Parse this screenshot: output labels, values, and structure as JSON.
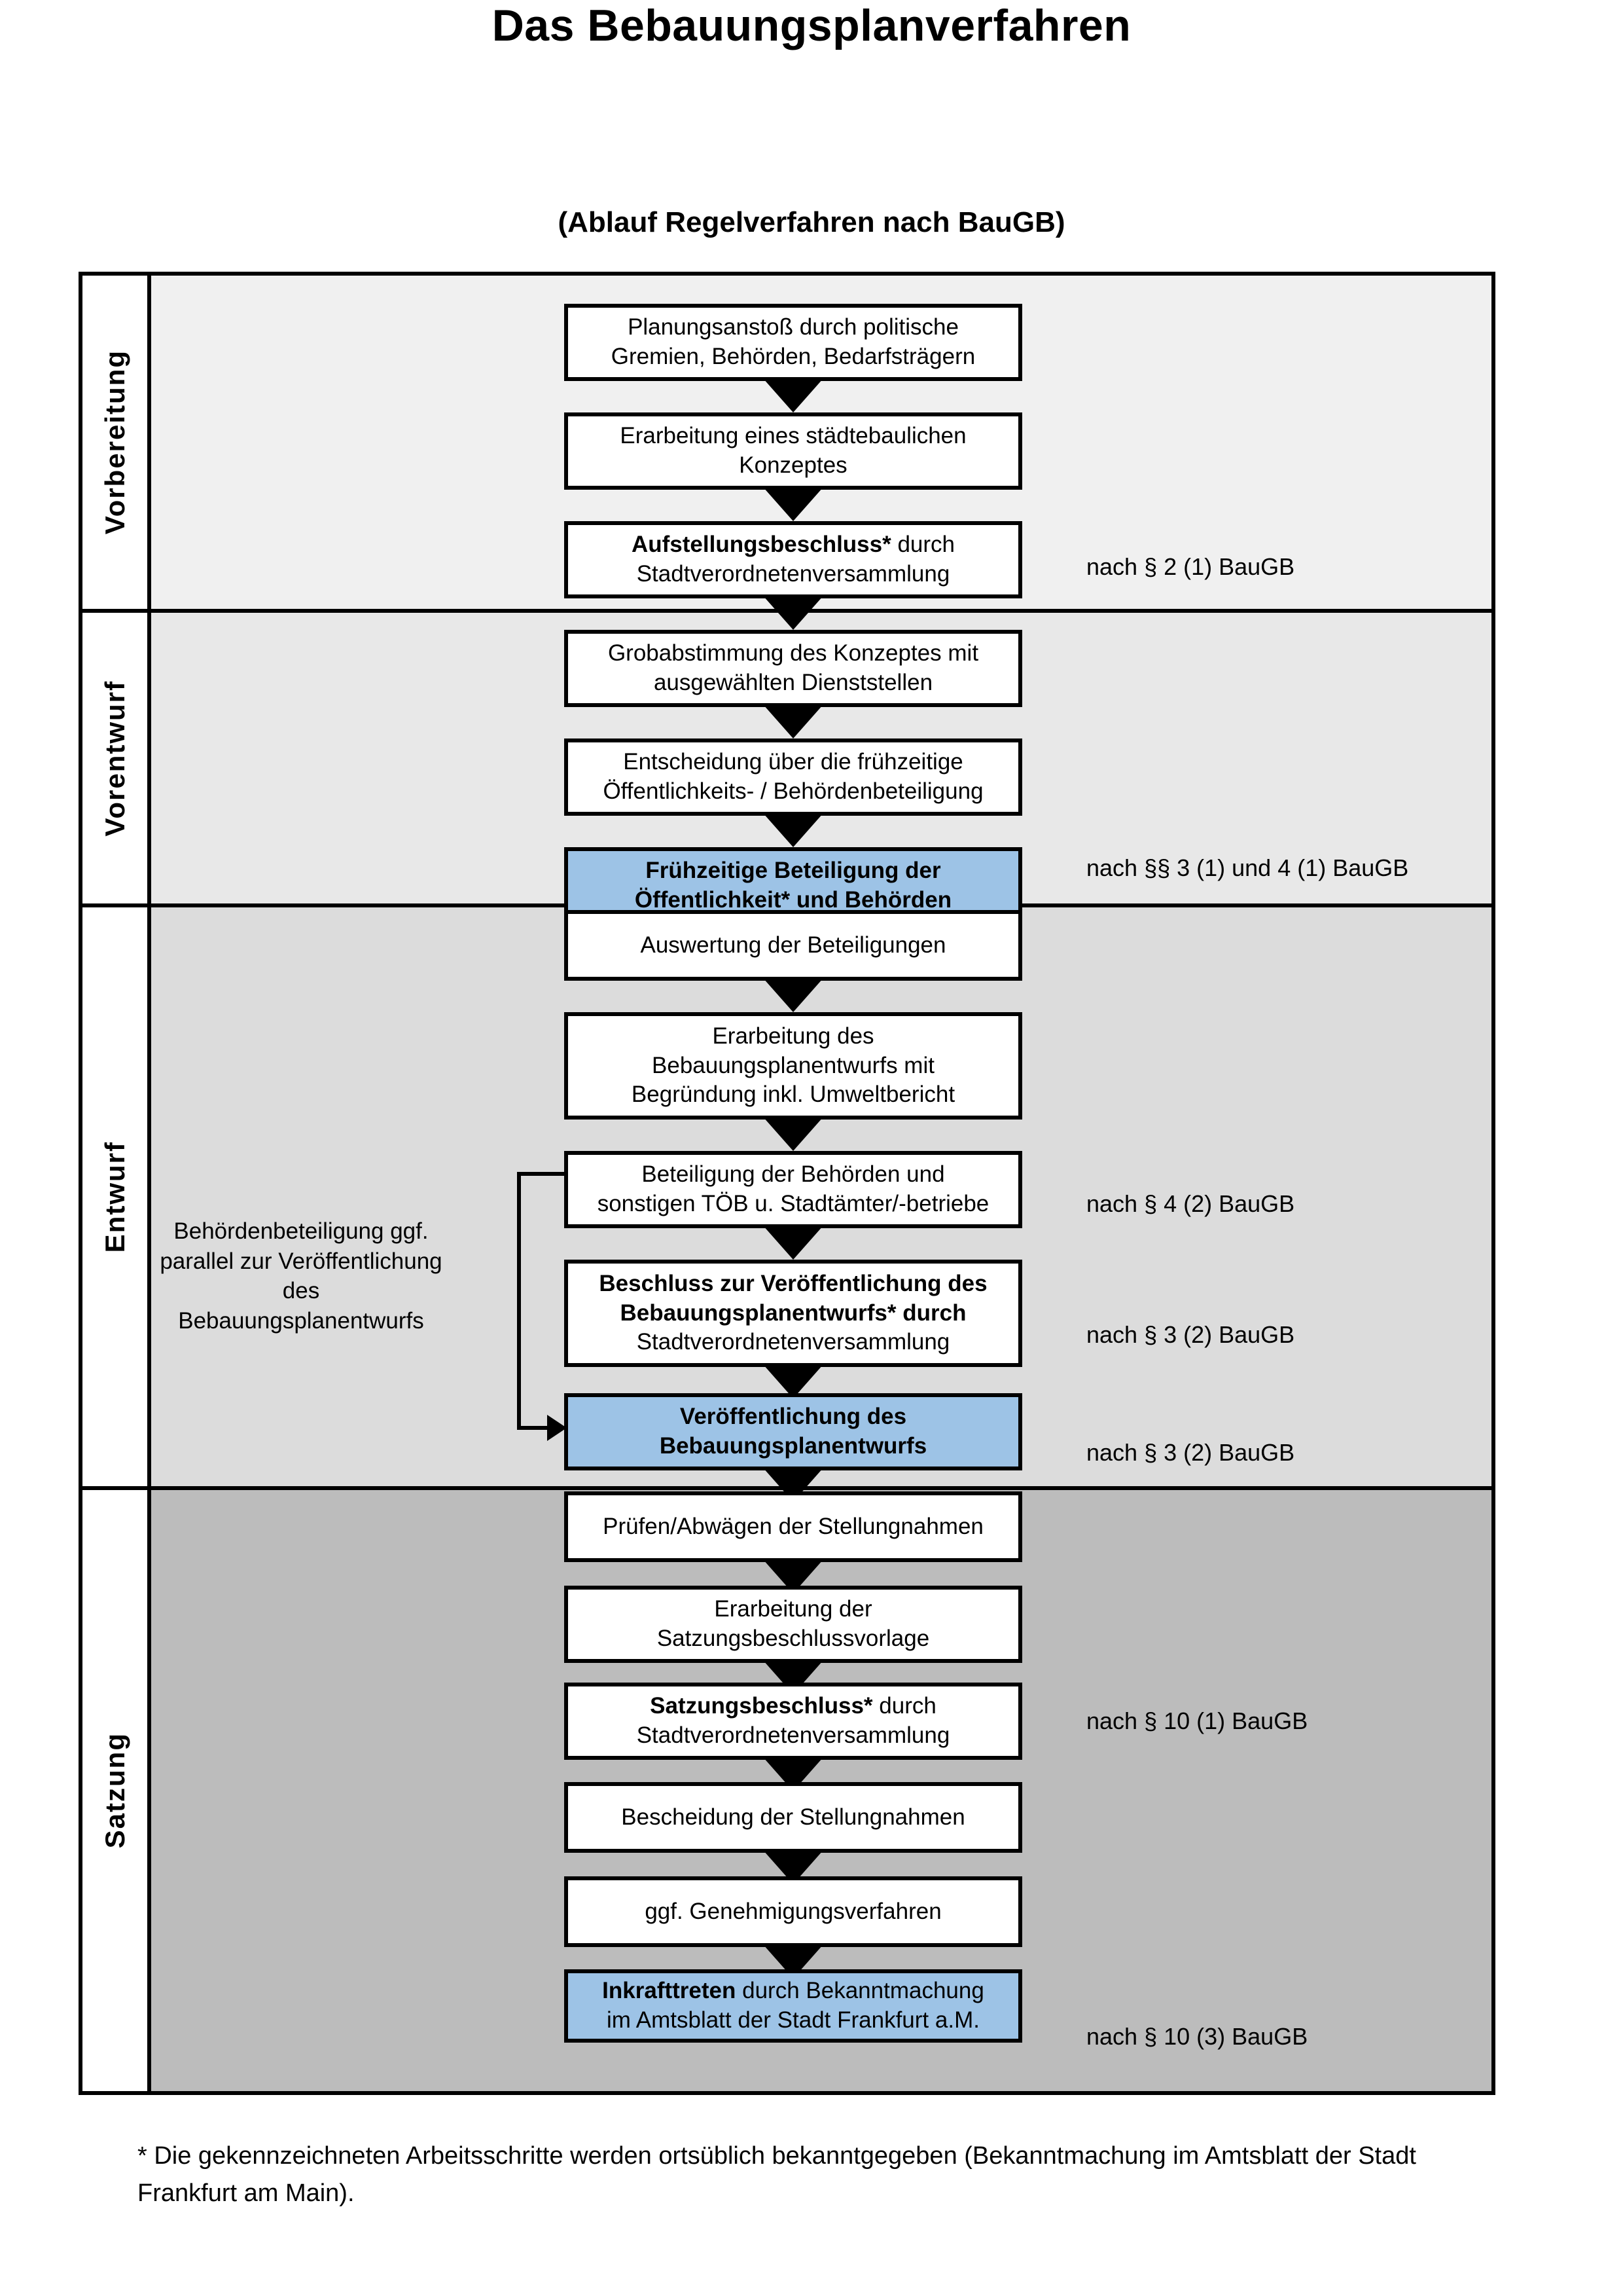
{
  "header": {
    "title": "Das Bebauungsplanverfahren",
    "subtitle": "(Ablauf Regelverfahren nach BauGB)"
  },
  "stages": [
    {
      "label": "Vorbereitung",
      "bg": "#f0f0f0"
    },
    {
      "label": "Vorentwurf",
      "bg": "#e8e8e8"
    },
    {
      "label": "Entwurf",
      "bg": "#dcdcdc"
    },
    {
      "label": "Satzung",
      "bg": "#bcbcbc"
    }
  ],
  "accent_blue": "#9dc3e6",
  "side_note": "Behördenbeteiligung ggf. parallel zur Veröffentlichung des Bebauungsplanentwurfs",
  "nodes": [
    {
      "id": "n1",
      "stage": "Vorbereitung",
      "line1": "Planungsanstoß durch politische",
      "line2": "Gremien, Behörden, Bedarfsträgern",
      "bold_prefix": "",
      "highlight": false
    },
    {
      "id": "n2",
      "stage": "Vorbereitung",
      "line1": "Erarbeitung eines städtebaulichen",
      "line2": "Konzeptes",
      "bold_prefix": "",
      "highlight": false
    },
    {
      "id": "n3",
      "stage": "Vorbereitung",
      "line1": "Aufstellungsbeschluss* durch",
      "line2": "Stadtverordnetenversammlung",
      "bold_prefix": "Aufstellungsbeschluss*",
      "highlight": false
    },
    {
      "id": "n4",
      "stage": "Vorentwurf",
      "line1": "Grobabstimmung des Konzeptes mit",
      "line2": "ausgewählten Dienststellen",
      "bold_prefix": "",
      "highlight": false
    },
    {
      "id": "n5",
      "stage": "Vorentwurf",
      "line1": "Entscheidung über die frühzeitige",
      "line2": "Öffentlichkeits- / Behördenbeteiligung",
      "bold_prefix": "",
      "highlight": false
    },
    {
      "id": "n6",
      "stage": "Vorentwurf",
      "line1": "Frühzeitige Beteiligung der",
      "line2": "Öffentlichkeit* und Behörden",
      "bold_prefix": "ALL",
      "highlight": true
    },
    {
      "id": "n7",
      "stage": "Entwurf",
      "line1": "Auswertung der Beteiligungen",
      "line2": "",
      "bold_prefix": "",
      "highlight": false
    },
    {
      "id": "n8",
      "stage": "Entwurf",
      "line1": "Erarbeitung des",
      "line2": "Bebauungsplanentwurfs mit",
      "line3": "Begründung inkl. Umweltbericht",
      "bold_prefix": "",
      "highlight": false
    },
    {
      "id": "n9",
      "stage": "Entwurf",
      "line1": "Beteiligung der Behörden und",
      "line2": "sonstigen TÖB u. Stadtämter/-betriebe",
      "bold_prefix": "",
      "highlight": false
    },
    {
      "id": "n10",
      "stage": "Entwurf",
      "line1": "Beschluss zur Veröffentlichung des",
      "line2": "Bebauungsplanentwurfs* durch",
      "line3": "Stadtverordnetenversammlung",
      "bold_prefix": "Beschluss zur Veröffentlichung des Bebauungsplanentwurfs*",
      "highlight": false
    },
    {
      "id": "n11",
      "stage": "Entwurf",
      "line1": "Veröffentlichung des",
      "line2": "Bebauungsplanentwurfs",
      "bold_prefix": "ALL",
      "highlight": true
    },
    {
      "id": "n12",
      "stage": "Satzung",
      "line1": "Prüfen/Abwägen der Stellungnahmen",
      "line2": "",
      "bold_prefix": "",
      "highlight": false
    },
    {
      "id": "n13",
      "stage": "Satzung",
      "line1": "Erarbeitung der",
      "line2": "Satzungsbeschlussvorlage",
      "bold_prefix": "",
      "highlight": false
    },
    {
      "id": "n14",
      "stage": "Satzung",
      "line1": "Satzungsbeschluss* durch",
      "line2": "Stadtverordnetenversammlung",
      "bold_prefix": "Satzungsbeschluss*",
      "highlight": false
    },
    {
      "id": "n15",
      "stage": "Satzung",
      "line1": "Bescheidung der Stellungnahmen",
      "line2": "",
      "bold_prefix": "",
      "highlight": false
    },
    {
      "id": "n16",
      "stage": "Satzung",
      "line1": "ggf. Genehmigungsverfahren",
      "line2": "",
      "bold_prefix": "",
      "highlight": false
    },
    {
      "id": "n17",
      "stage": "Satzung",
      "line1": "Inkrafttreten durch Bekanntmachung",
      "line2": "im Amtsblatt der Stadt Frankfurt a.M.",
      "bold_prefix": "Inkrafttreten",
      "highlight": true
    }
  ],
  "references": [
    {
      "id": "r1",
      "text": "nach § 2 (1) BauGB",
      "for": "n3"
    },
    {
      "id": "r2",
      "text": "nach §§ 3 (1) und 4 (1) BauGB",
      "for": "n6"
    },
    {
      "id": "r3",
      "text": "nach § 4 (2) BauGB",
      "for": "n9"
    },
    {
      "id": "r4",
      "text": "nach § 3 (2) BauGB",
      "for": "n10"
    },
    {
      "id": "r5",
      "text": "nach § 3 (2) BauGB",
      "for": "n11"
    },
    {
      "id": "r6",
      "text": "nach § 10 (1) BauGB",
      "for": "n14"
    },
    {
      "id": "r7",
      "text": "nach § 10 (3) BauGB",
      "for": "n17"
    }
  ],
  "footnote": "* Die gekennzeichneten Arbeitsschritte werden ortsüblich bekanntgegeben (Bekanntmachung im Amtsblatt  der Stadt Frankfurt am Main)."
}
